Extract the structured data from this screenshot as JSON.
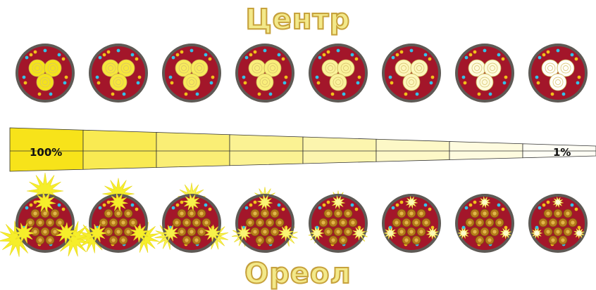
{
  "title_top": "Центр",
  "title_bottom": "Ореол",
  "scale": {
    "start_label": "100%",
    "end_label": "1%",
    "segments": 8
  },
  "colors": {
    "disc_fill": "#a3162a",
    "disc_rim": "#5e5a55",
    "center_start": "#f4e21c",
    "center_end": "#ffffff",
    "halo_burst": "#f6ee2a",
    "led_body": "#b57a1a",
    "led_dot_cyan": "#33c3e8",
    "led_dot_yellow": "#f1c21a"
  },
  "rows": {
    "center_intensity": [
      1.0,
      0.86,
      0.72,
      0.58,
      0.44,
      0.3,
      0.16,
      0.02
    ],
    "halo_intensity": [
      1.0,
      0.8,
      0.62,
      0.46,
      0.32,
      0.2,
      0.12,
      0.06
    ]
  }
}
